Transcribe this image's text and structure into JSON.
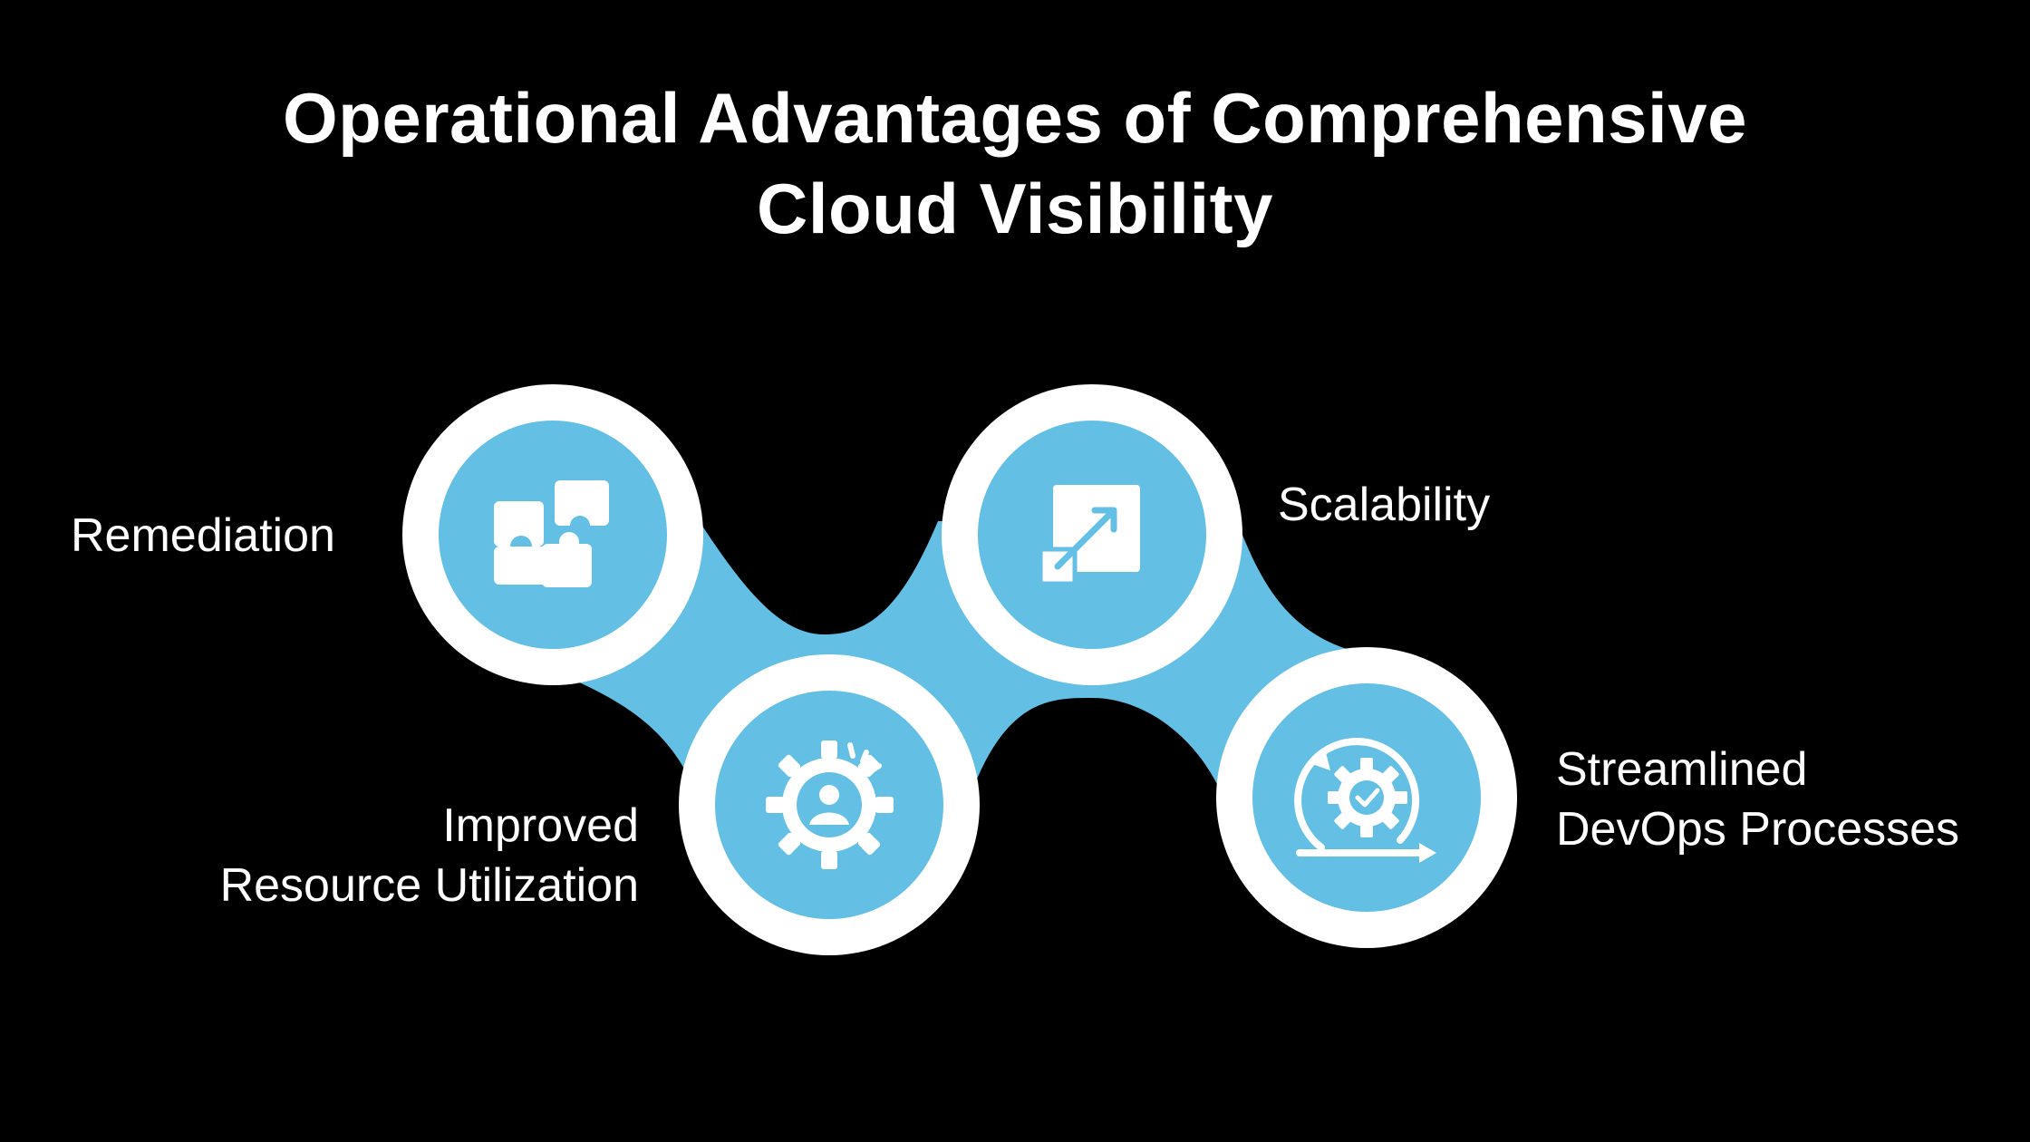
{
  "title": {
    "line1": "Operational Advantages of Comprehensive",
    "line2": "Cloud Visibility"
  },
  "steps": [
    {
      "label_lines": [
        "Remediation"
      ],
      "icon": "puzzle-icon"
    },
    {
      "label_lines": [
        "Improved",
        "Resource Utilization"
      ],
      "icon": "gear-user-icon"
    },
    {
      "label_lines": [
        "Scalability"
      ],
      "icon": "expand-arrow-icon"
    },
    {
      "label_lines": [
        "Streamlined",
        "DevOps Processes"
      ],
      "icon": "cycle-gear-check-icon"
    }
  ],
  "colors": {
    "background": "#000000",
    "accent": "#63bfe3",
    "ring": "#ffffff",
    "text": "#ffffff"
  }
}
